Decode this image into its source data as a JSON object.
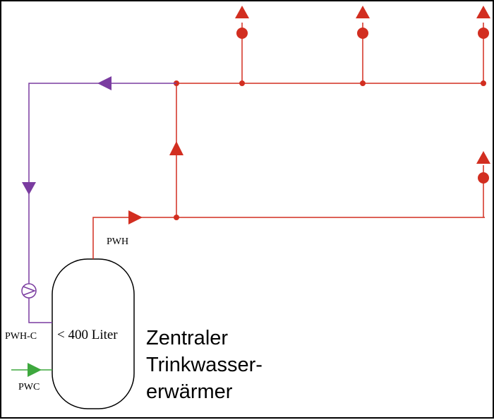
{
  "labels": {
    "pwh": "PWH",
    "pwh_c": "PWH-C",
    "pwc": "PWC",
    "tank_volume": "< 400 Liter",
    "title_line1": "Zentraler",
    "title_line2": "Trinkwasser-",
    "title_line3": "erwärmer"
  },
  "colors": {
    "hot_water": "#d22e20",
    "circulation": "#7a3ca0",
    "cold_water": "#3ea83e",
    "outline": "#000000"
  },
  "icons": {
    "flow_arrow": "triangle",
    "tap_outlet": "circle-with-arrow",
    "circulation_pump": "pump-symbol"
  }
}
